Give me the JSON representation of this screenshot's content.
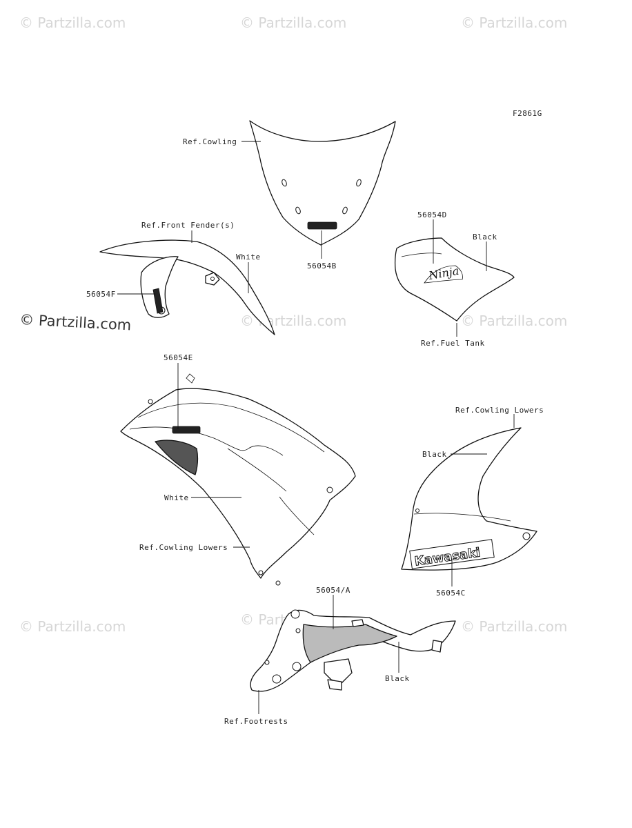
{
  "watermark": {
    "text": "Partzilla.com",
    "symbol": "©"
  },
  "figure_code": "F2861G",
  "labels": {
    "ref_cowling": "Ref.Cowling",
    "part_56054B": "56054B",
    "ref_front_fender": "Ref.Front Fender(s)",
    "white_fender": "White",
    "part_56054F": "56054F",
    "part_56054D": "56054D",
    "black_tank": "Black",
    "ref_fuel_tank": "Ref.Fuel Tank",
    "part_56054E": "56054E",
    "white_cowl": "White",
    "ref_cowling_lowers_left": "Ref.Cowling Lowers",
    "ref_cowling_lowers_right": "Ref.Cowling Lowers",
    "black_lower": "Black",
    "part_56054C": "56054C",
    "part_56054A": "56054/A",
    "black_footrest": "Black",
    "ref_footrests": "Ref.Footrests"
  },
  "decal_text": {
    "ninja": "Ninja",
    "kawasaki": "Kawasaki"
  }
}
